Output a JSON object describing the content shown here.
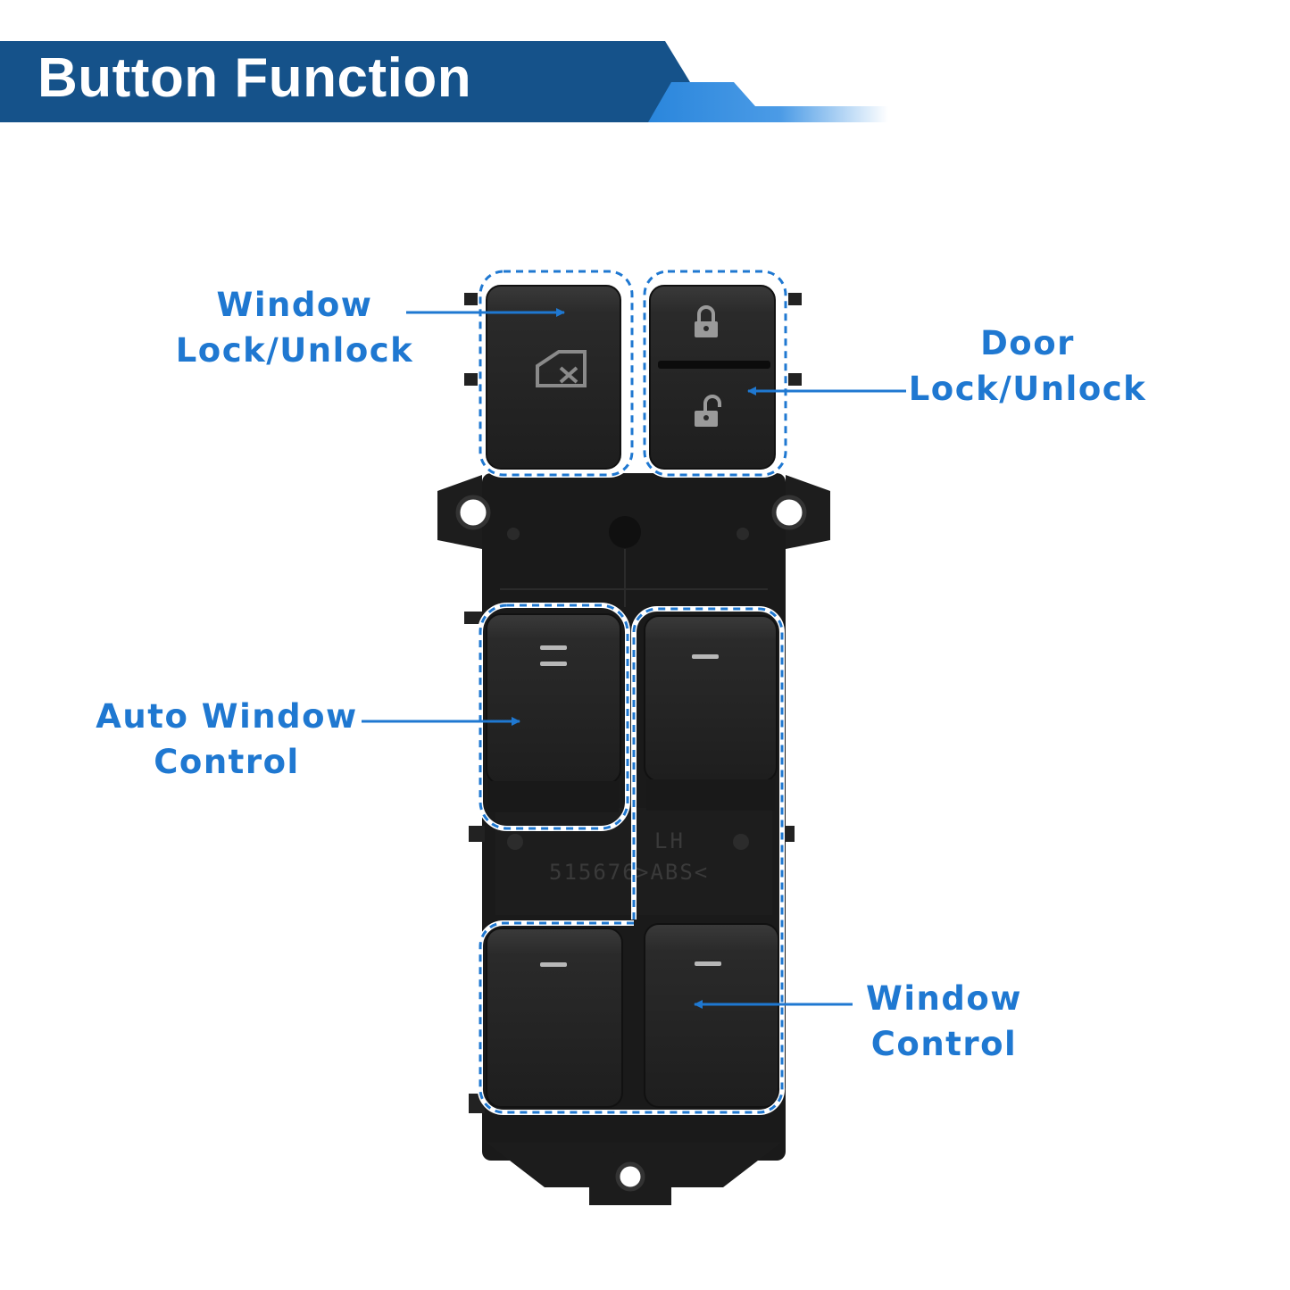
{
  "header": {
    "title": "Button Function"
  },
  "labels": {
    "window_lock": [
      "Window",
      "Lock/Unlock"
    ],
    "door_lock": [
      "Door",
      "Lock/Unlock"
    ],
    "auto_window": [
      "Auto Window",
      "Control"
    ],
    "window_control": [
      "Window",
      "Control"
    ]
  },
  "part_marking": {
    "side": "LH",
    "code": "515676",
    "material": ">ABS<"
  },
  "colors": {
    "banner_dark": "#15528a",
    "banner_light": "#2a86dc",
    "label": "#1f78d1",
    "arrow": "#1f78d1",
    "outline": "#1f78d1",
    "switch_body": "#1b1b1b",
    "button": "#262626"
  }
}
